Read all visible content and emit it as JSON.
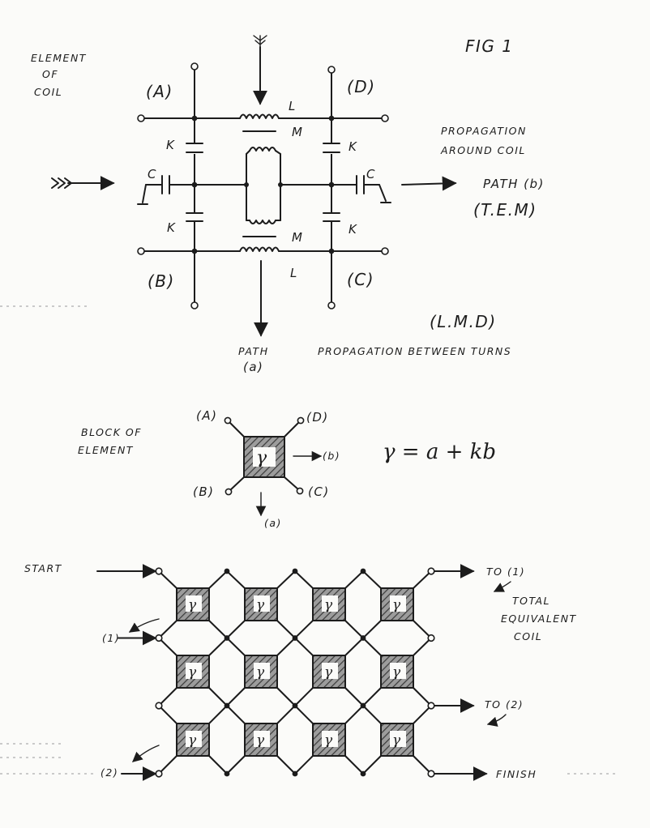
{
  "figure": {
    "title": "FIG 1",
    "element_label": [
      "ELEMENT",
      "OF",
      "COIL"
    ],
    "nodes": {
      "A": "(A)",
      "B": "(B)",
      "C": "(C)",
      "D": "(D)"
    },
    "components": {
      "inductor": "L",
      "mutual": "M",
      "series_cap": "K",
      "shunt_cap": "C"
    },
    "ground_symbol": "⊥",
    "propagation_around": [
      "PROPAGATION",
      "AROUND COIL"
    ],
    "path_b": "PATH (b)",
    "tem": "(T.E.M)",
    "lmd": "(L.M.D)",
    "path_a": [
      "PATH",
      "(a)"
    ],
    "between_turns": "PROPAGATION BETWEEN TURNS"
  },
  "block": {
    "label": [
      "BLOCK OF",
      "ELEMENT"
    ],
    "symbol": "γ",
    "nodes": {
      "A": "(A)",
      "B": "(B)",
      "C": "(C)",
      "D": "(D)"
    },
    "out_b": "(b)",
    "out_a": "(a)",
    "equation": "γ = a + kb"
  },
  "network": {
    "start": "START",
    "finish": "FINISH",
    "to_1": "TO (1)",
    "to_2": "TO (2)",
    "in_1": "(1)",
    "in_2": "(2)",
    "total_label": [
      "TOTAL",
      "EQUIVALENT",
      "COIL"
    ],
    "block_symbol": "γ",
    "rows": 3,
    "cols": 4
  }
}
